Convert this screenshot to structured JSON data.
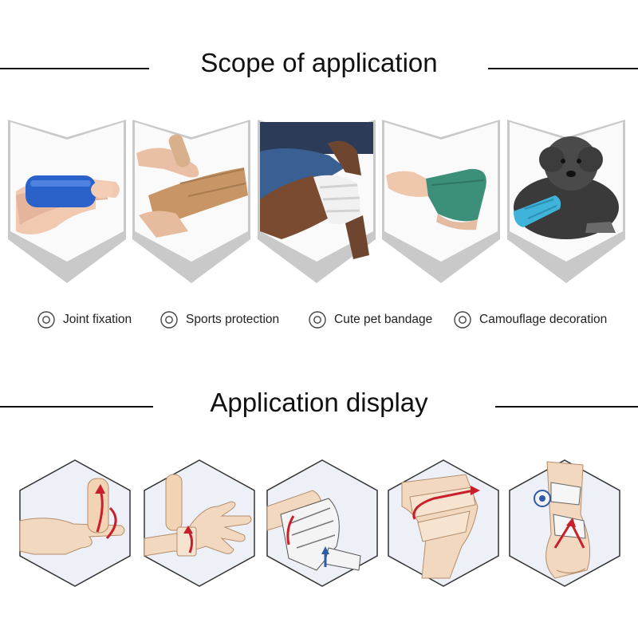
{
  "headings": {
    "scope": "Scope of application",
    "display": "Application display"
  },
  "scope_photos": [
    {
      "icon": "finger-wrap-photo"
    },
    {
      "icon": "hand-wrap-photo"
    },
    {
      "icon": "knee-wrap-photo"
    },
    {
      "icon": "ankle-wrap-photo"
    },
    {
      "icon": "pet-bandage-photo"
    }
  ],
  "legend": [
    {
      "label": "Joint fixation",
      "icon": "target-ring-icon"
    },
    {
      "label": "Sports protection",
      "icon": "target-ring-icon"
    },
    {
      "label": "Cute pet bandage",
      "icon": "target-ring-icon"
    },
    {
      "label": "Camouflage decoration",
      "icon": "target-ring-icon"
    }
  ],
  "display_illustrations": [
    {
      "icon": "finger-wrap-illustration"
    },
    {
      "icon": "wrist-wrap-illustration"
    },
    {
      "icon": "elbow-wrap-illustration"
    },
    {
      "icon": "knee-wrap-illustration"
    },
    {
      "icon": "ankle-wrap-illustration"
    }
  ],
  "colors": {
    "text": "#111111",
    "frame_grey": "#b9b9b9",
    "hex_fill": "#eef0f7",
    "skin": "#f1d8bf",
    "arrow_red": "#c8202a",
    "arrow_blue": "#2f5aa8"
  }
}
